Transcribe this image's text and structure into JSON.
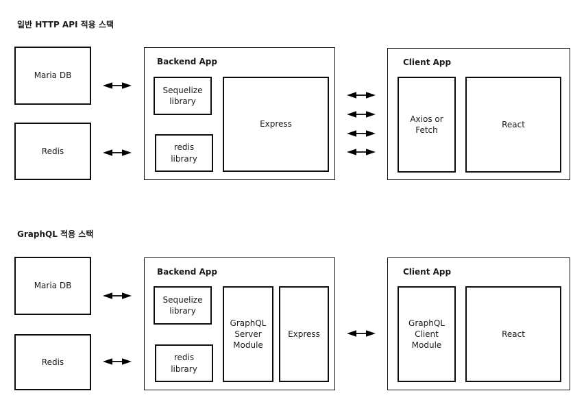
{
  "colors": {
    "background": "#ffffff",
    "line": "#000000",
    "text": "#1a1a1a"
  },
  "top": {
    "title": "일반 HTTP API 적용 스택",
    "maria_db": "Maria DB",
    "redis": "Redis",
    "backend": {
      "label": "Backend App",
      "sequelize": "Sequelize\nlibrary",
      "redis_library": "redis\nlibrary",
      "express": "Express"
    },
    "client": {
      "label": "Client App",
      "fetch_module": "Axios or\nFetch",
      "react": "React"
    }
  },
  "bottom": {
    "title": "GraphQL 적용 스택",
    "maria_db": "Maria DB",
    "redis": "Redis",
    "backend": {
      "label": "Backend App",
      "sequelize": "Sequelize\nlibrary",
      "redis_library": "redis\nlibrary",
      "graphql_server": "GraphQL\nServer\nModule",
      "express": "Express"
    },
    "client": {
      "label": "Client App",
      "graphql_client": "GraphQL\nClient\nModule",
      "react": "React"
    }
  }
}
